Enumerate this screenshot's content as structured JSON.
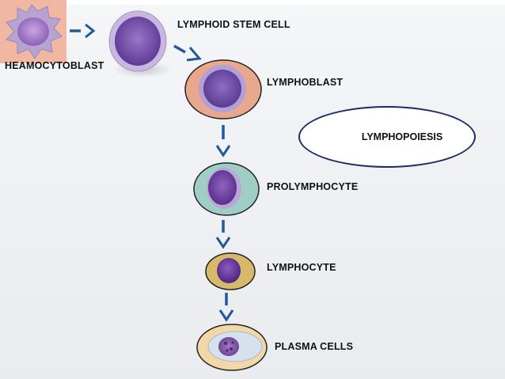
{
  "labels": {
    "haemocytoblast": "HEAMOCYTOBLAST",
    "lymphoid_stem_cell": "LYMPHOID STEM CELL",
    "lymphoblast": "LYMPHOBLAST",
    "prolymphocyte": "PROLYMPHOCYTE",
    "lymphocyte": "LYMPHOCYTE",
    "plasma_cells": "PLASMA CELLS"
  },
  "oval": {
    "text": "LYMPHOPOIESIS"
  },
  "colors": {
    "arrow": "#1f5a9a",
    "cell_purple": "#8a63b8",
    "nucleus_purple": "#6a3fa0",
    "lymphoblast_bg": "#e9a78e",
    "prolymphocyte_bg": "#9fcfc4",
    "lymphocyte_bg": "#d8b86a",
    "plasma_bg": "#f1d8a6",
    "oval_border": "#1f2a66"
  }
}
